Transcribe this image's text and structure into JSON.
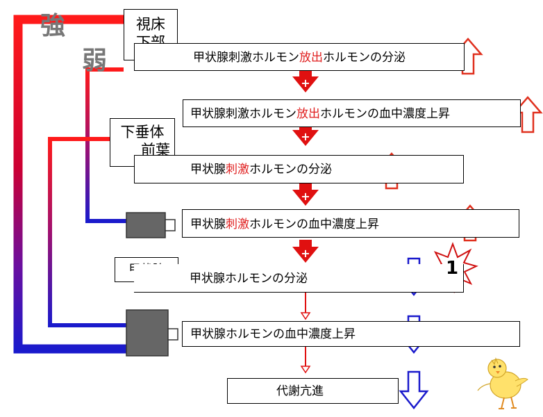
{
  "labels": {
    "strong": "強",
    "weak": "弱",
    "hypothalamus_line1": "視床",
    "hypothalamus_line2": "下部",
    "pituitary_line1": "下垂体",
    "pituitary_line2": "前葉",
    "thyroid": "甲状腺",
    "badge": "1"
  },
  "steps": [
    {
      "pre": "甲状腺刺激ホルモン",
      "hl": "放出",
      "post": "ホルモンの分泌"
    },
    {
      "pre": "甲状腺刺激ホルモン",
      "hl": "放出",
      "post": "ホルモンの血中濃度上昇"
    },
    {
      "pre": "甲状腺",
      "hl": "刺激",
      "post": "ホルモンの分泌"
    },
    {
      "pre": "甲状腺",
      "hl": "刺激",
      "post": "ホルモンの血中濃度上昇"
    },
    {
      "pre": "甲状腺ホルモンの分泌",
      "hl": "",
      "post": ""
    },
    {
      "pre": "甲状腺ホルモンの血中濃度上昇",
      "hl": "",
      "post": ""
    },
    {
      "pre": "代謝亢進",
      "hl": "",
      "post": ""
    }
  ],
  "colors": {
    "strong_line": "#ff1a1a",
    "weak_line": "#1a1acc",
    "up_arrow": "#e0301e",
    "down_arrow": "#1a1acc",
    "plus_arrow": "#e01010"
  }
}
